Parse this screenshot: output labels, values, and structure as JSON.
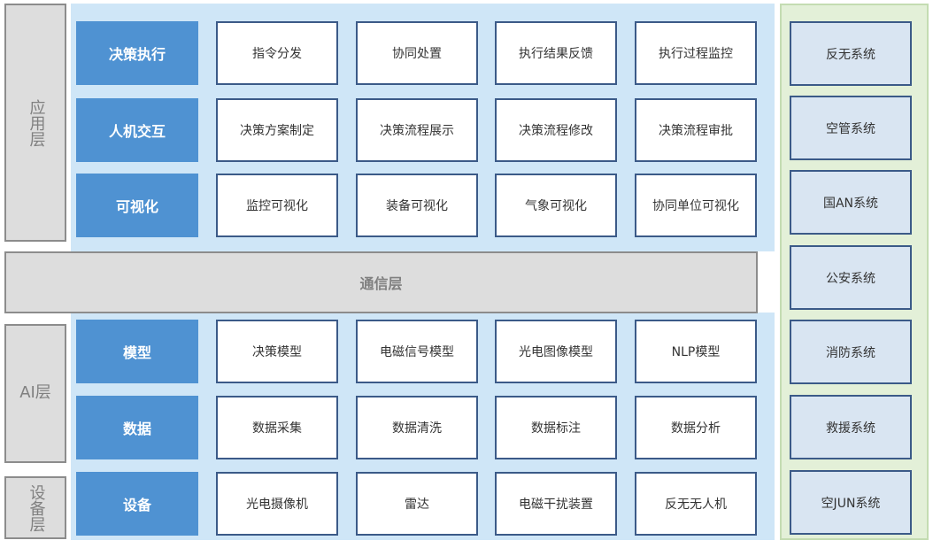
{
  "layers": {
    "application": "应用层",
    "communication": "通信层",
    "ai": "AI层",
    "device": "设备层"
  },
  "rows": [
    {
      "category": "决策执行",
      "items": [
        "指令分发",
        "协同处置",
        "执行结果反馈",
        "执行过程监控"
      ]
    },
    {
      "category": "人机交互",
      "items": [
        "决策方案制定",
        "决策流程展示",
        "决策流程修改",
        "决策流程审批"
      ]
    },
    {
      "category": "可视化",
      "items": [
        "监控可视化",
        "装备可视化",
        "气象可视化",
        "协同单位可视化"
      ]
    },
    {
      "category": "模型",
      "items": [
        "决策模型",
        "电磁信号模型",
        "光电图像模型",
        "NLP模型"
      ]
    },
    {
      "category": "数据",
      "items": [
        "数据采集",
        "数据清洗",
        "数据标注",
        "数据分析"
      ]
    },
    {
      "category": "设备",
      "items": [
        "光电摄像机",
        "雷达",
        "电磁干扰装置",
        "反无无人机"
      ]
    }
  ],
  "systems": [
    "反无系统",
    "空管系统",
    "国AN系统",
    "公安系统",
    "消防系统",
    "救援系统",
    "空JUN系统"
  ],
  "colors": {
    "category_fill": "#4f92d2",
    "panel_blue": "#cfe6f7",
    "panel_green": "#e3f0d8",
    "box_border": "#3b5a88",
    "layer_gray": "#dddddd"
  }
}
